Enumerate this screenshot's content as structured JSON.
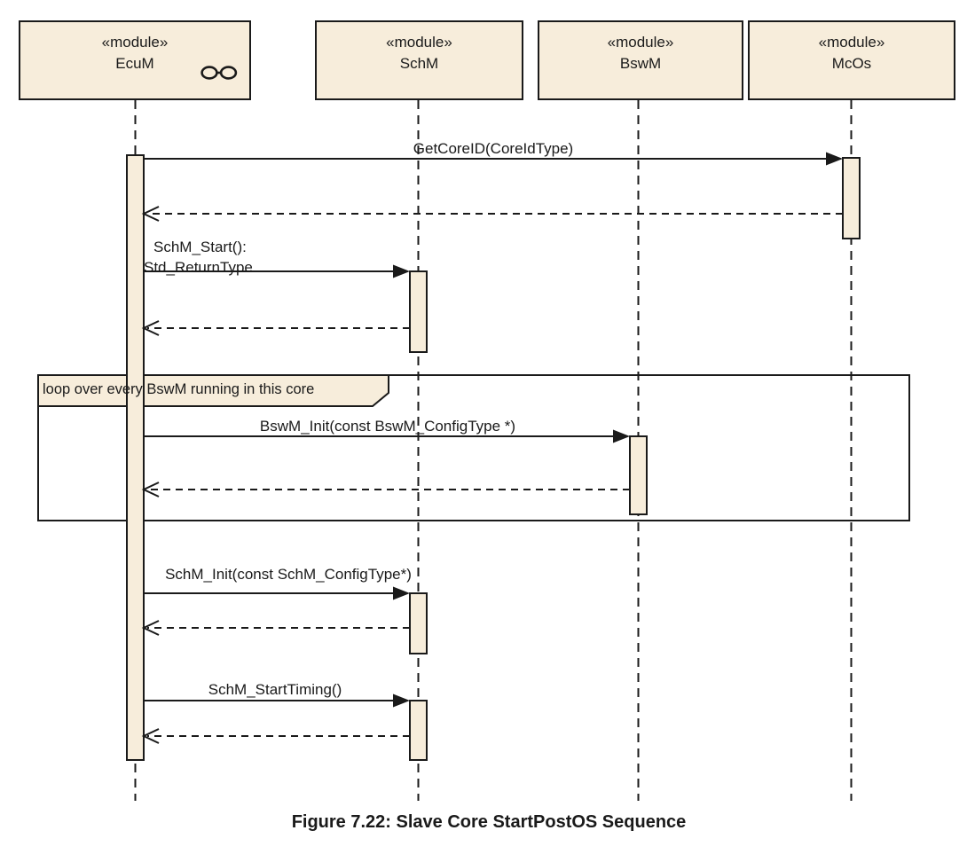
{
  "figure": {
    "caption": "Figure 7.22: Slave Core StartPostOS Sequence"
  },
  "diagram": {
    "type": "uml-sequence-diagram",
    "colors": {
      "element_fill": "#F7EDDB",
      "line": "#1A1A1A",
      "background": "#FFFFFF"
    },
    "lifelines": [
      {
        "stereotype": "«module»",
        "name": "EcuM",
        "icon": "linked-circles-icon"
      },
      {
        "stereotype": "«module»",
        "name": "SchM"
      },
      {
        "stereotype": "«module»",
        "name": "BswM"
      },
      {
        "stereotype": "«module»",
        "name": "McOs"
      }
    ],
    "fragment": {
      "operator": "loop",
      "label": "loop over every BswM running in this core"
    },
    "messages": [
      {
        "kind": "call",
        "from": "EcuM",
        "to": "McOs",
        "label": "GetCoreID(CoreIdType)"
      },
      {
        "kind": "return",
        "from": "McOs",
        "to": "EcuM",
        "label": ""
      },
      {
        "kind": "call",
        "from": "EcuM",
        "to": "SchM",
        "label_line1": "SchM_Start():",
        "label_line2": "Std_ReturnType"
      },
      {
        "kind": "return",
        "from": "SchM",
        "to": "EcuM",
        "label": ""
      },
      {
        "kind": "call",
        "from": "EcuM",
        "to": "BswM",
        "label": "BswM_Init(const BswM_ConfigType *)",
        "in_fragment": true
      },
      {
        "kind": "return",
        "from": "BswM",
        "to": "EcuM",
        "label": "",
        "in_fragment": true
      },
      {
        "kind": "call",
        "from": "EcuM",
        "to": "SchM",
        "label": "SchM_Init(const SchM_ConfigType*)"
      },
      {
        "kind": "return",
        "from": "SchM",
        "to": "EcuM",
        "label": ""
      },
      {
        "kind": "call",
        "from": "EcuM",
        "to": "SchM",
        "label": "SchM_StartTiming()"
      },
      {
        "kind": "return",
        "from": "SchM",
        "to": "EcuM",
        "label": ""
      }
    ]
  }
}
